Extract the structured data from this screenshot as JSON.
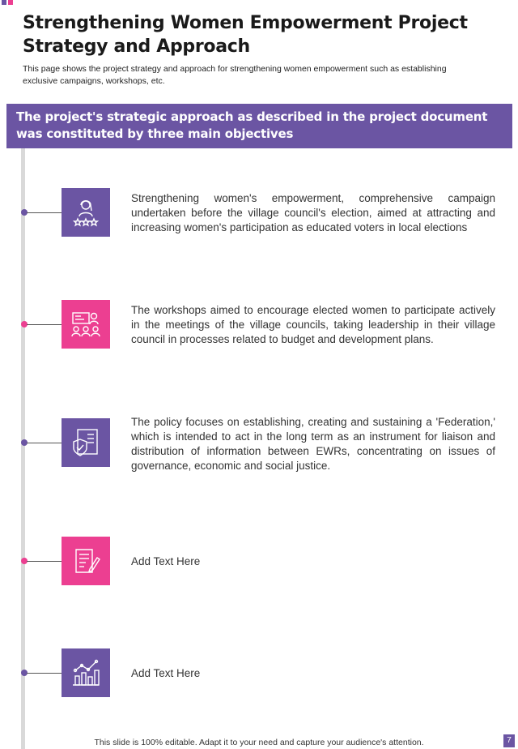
{
  "colors": {
    "purple": "#6b55a3",
    "pink": "#ec3f91",
    "timeline": "#d9d9d9"
  },
  "header": {
    "title": "Strengthening Women Empowerment Project Strategy and Approach",
    "subtitle": "This page shows the project strategy and approach for strengthening women empowerment  such as establishing exclusive campaigns, workshops, etc."
  },
  "banner": {
    "text": "The project's strategic approach as described in the project document was constituted by three main objectives"
  },
  "items": [
    {
      "icon": "women-leader-stars-icon",
      "color": "purple",
      "text": "Strengthening women's empowerment, comprehensive campaign undertaken before the village council's election, aimed at attracting and increasing women's participation as educated voters in local elections"
    },
    {
      "icon": "workshop-presentation-icon",
      "color": "pink",
      "text": "The workshops aimed to encourage elected women to participate actively in the meetings of the village councils, taking leadership in their village council in processes related to budget and development plans."
    },
    {
      "icon": "policy-document-shield-icon",
      "color": "purple",
      "text": "The policy focuses on establishing, creating and sustaining a 'Federation,' which is intended to act in the long term as an instrument for liaison and distribution of information between EWRs, concentrating on issues of governance, economic and social justice."
    },
    {
      "icon": "document-pen-icon",
      "color": "pink",
      "text": "Add Text Here"
    },
    {
      "icon": "growth-chart-icon",
      "color": "purple",
      "text": "Add Text Here"
    }
  ],
  "footer": {
    "text": "This slide is 100% editable. Adapt it to your need and capture your audience's attention.",
    "page_number": "7"
  }
}
